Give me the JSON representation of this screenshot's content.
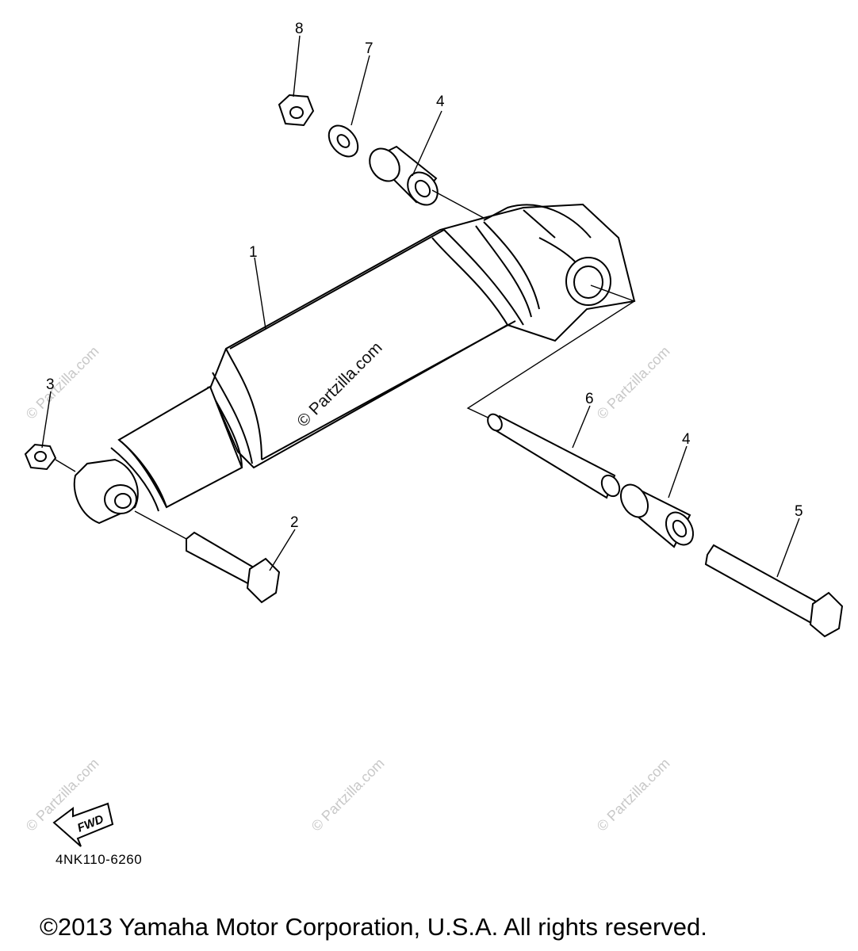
{
  "diagram": {
    "callouts": [
      {
        "id": "c1",
        "label": "1"
      },
      {
        "id": "c2",
        "label": "2"
      },
      {
        "id": "c3",
        "label": "3"
      },
      {
        "id": "c4a",
        "label": "4"
      },
      {
        "id": "c4b",
        "label": "4"
      },
      {
        "id": "c5",
        "label": "5"
      },
      {
        "id": "c6",
        "label": "6"
      },
      {
        "id": "c7",
        "label": "7"
      },
      {
        "id": "c8",
        "label": "8"
      }
    ],
    "fwd_label": "FWD",
    "diagram_code": "4NK110-6260"
  },
  "watermark": {
    "text": "© Partzilla.com"
  },
  "footer": {
    "copyright": "©2013 Yamaha Motor Corporation, U.S.A. All rights reserved."
  }
}
